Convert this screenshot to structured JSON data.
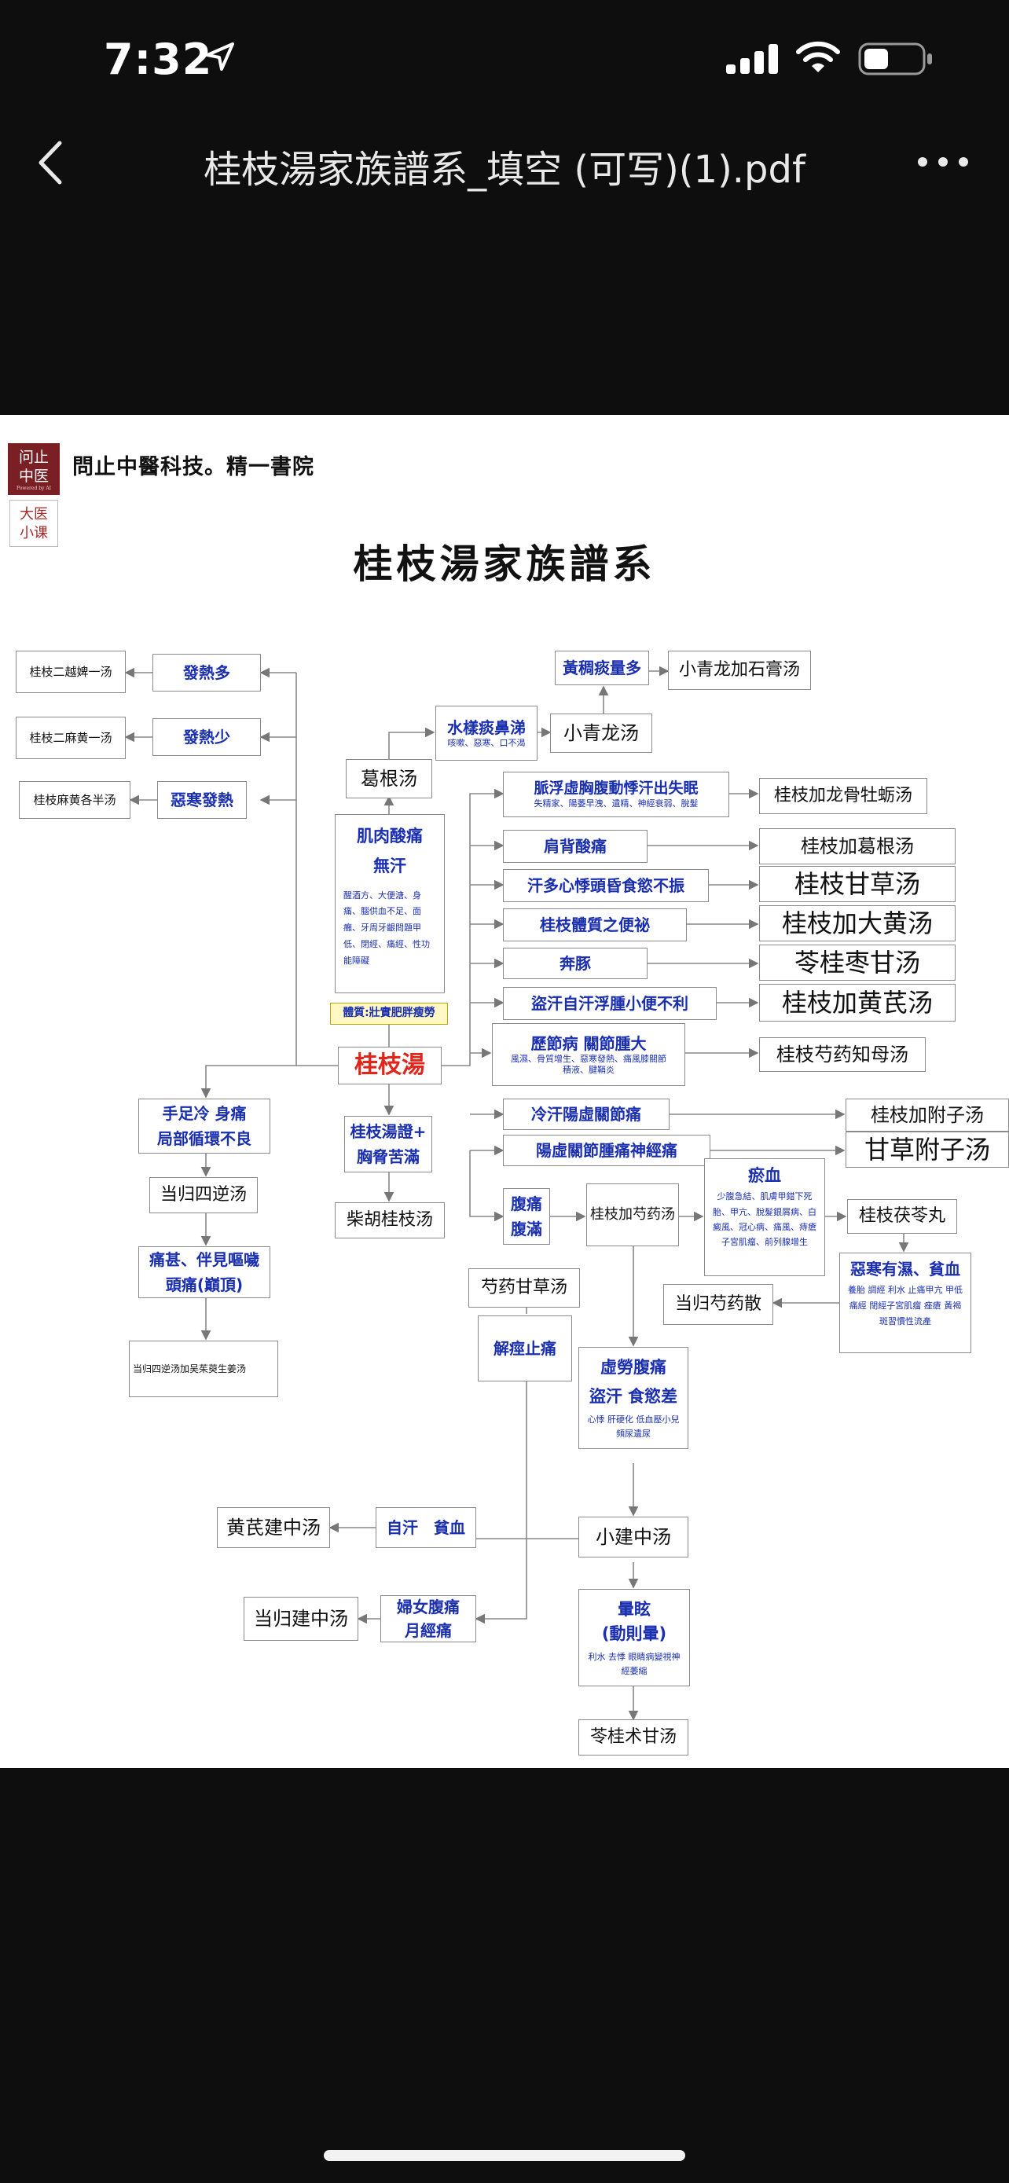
{
  "status_bar": {
    "time": "7:32"
  },
  "nav": {
    "title": "桂枝湯家族譜系_填空 (可写)(1).pdf"
  },
  "doc": {
    "org": "問止中醫科技。精一書院",
    "logo1_line1": "问止",
    "logo1_line2": "中医",
    "logo1_sub": "Powered by AI",
    "logo2_line1": "大医",
    "logo2_line2": "小课",
    "title": "桂枝湯家族譜系"
  },
  "nodes": {
    "gz2y": "桂枝二越婢一汤",
    "gz2m": "桂枝二麻黄一汤",
    "gzmh": "桂枝麻黄各半汤",
    "frd": "發熱多",
    "frs": "發熱少",
    "ehfr": "惡寒發熱",
    "hcty": "黃稠痰量多",
    "xqlsg": "小青龙加石膏汤",
    "sytbt_1": "水樣痰鼻涕",
    "sytbt_2": "咳嗽、惡寒、口不渴",
    "xql": "小青龙汤",
    "ggt": "葛根汤",
    "jrst_1": "肌肉酸痛",
    "jrst_2": "無汗",
    "jrst_3": "醒酒方、大便溏、身痛、腦供血不足、面癱、牙周牙齦問題甲低、閉經、痛經、性功能障礙",
    "tizhi": "體質:壯實肥胖瘦勞",
    "gzt": "桂枝湯",
    "mfx_1": "脈浮虛胸腹動悸汗出失眠",
    "mfx_2": "失精家、陽萎早洩、遺精、神經衰弱、脫髮",
    "gzlgm": "桂枝加龙骨牡蛎汤",
    "jbst": "肩背酸痛",
    "gzgg": "桂枝加葛根汤",
    "hdxj": "汗多心悸頭昏食慾不振",
    "gzgc": "桂枝甘草汤",
    "gztzbm": "桂枝體質之便祕",
    "gzdh": "桂枝加大黄汤",
    "bentun": "奔豚",
    "lgzg": "苓桂枣甘汤",
    "dhzh": "盜汗自汗浮腫小便不利",
    "gzhq": "桂枝加黄芪汤",
    "ljb_1": "歷節病 關節腫大",
    "ljb_2": "風濕、骨質增生、惡寒發熱、痛風膝關節積液、腱鞘炎",
    "gzszm": "桂枝芍药知母汤",
    "lhyxgj": "冷汗陽虛關節痛",
    "gzfz": "桂枝加附子汤",
    "yxgjzz": "陽虛關節腫痛神經痛",
    "gcfz": "甘草附子汤",
    "szl_1": "手足冷 身痛",
    "szl_2": "局部循環不良",
    "gzzm_1": "桂枝湯證+",
    "gzzm_2": "胸脅苦滿",
    "dgsn": "当归四逆汤",
    "chgz": "柴胡桂枝汤",
    "tsbo_1": "痛甚、伴見嘔噦",
    "tsbo_2": "頭痛(巔頂)",
    "dgsnwzy": "当归四逆汤加吴茱萸生姜汤",
    "ftfm_1": "腹痛",
    "ftfm_2": "腹滿",
    "gzsy": "桂枝加芍药汤",
    "yx_1": "瘀血",
    "yx_2": "少腹急結、肌膚甲錯下死胎、甲亢、脫髮銀屑病、白癜風、冠心病、痛風、痔瘡子宮肌瘤、前列腺增生",
    "gzfl": "桂枝茯苓丸",
    "syg": "芍药甘草汤",
    "dgsys": "当归芍药散",
    "eh_1": "惡寒有濕、貧血",
    "eh_2": "養胎 調經 利水 止痛甲亢 甲低 痛經 閉經子宮肌瘤 痤瘡 黃褐斑習慣性流產",
    "jjzt": "解痙止痛",
    "xlft_1": "虛勞腹痛",
    "xlft_2": "盜汗 食慾差",
    "xlft_3": "心悸 肝硬化 低血壓小兒頻尿遺尿",
    "hqjz": "黄芪建中汤",
    "zhpx": "自汗　貧血",
    "xjz": "小建中汤",
    "dgjz": "当归建中汤",
    "fnft_1": "婦女腹痛",
    "fnft_2": "月經痛",
    "yx2_1": "暈眩",
    "yx2_2": "(動則暈)",
    "yx2_3": "利水 去悸 眼睛病變視神經萎縮",
    "lgzg2": "苓桂术甘汤"
  },
  "colors": {
    "node_blue": "#1a2fb0",
    "root_red": "#e1251b",
    "logo_red": "#7a1f24"
  }
}
